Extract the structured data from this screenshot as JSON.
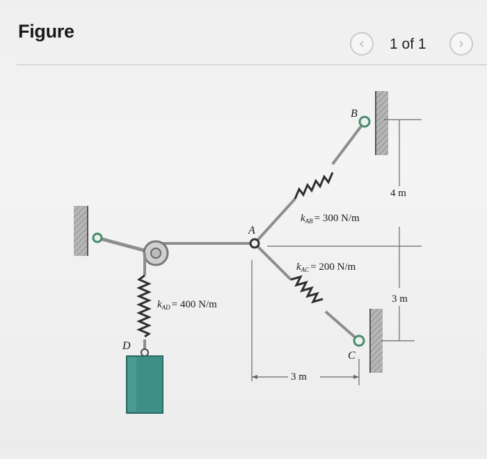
{
  "header": {
    "title": "Figure",
    "pager": "1 of 1",
    "prev_icon": "chevron-left-icon",
    "next_icon": "chevron-right-icon"
  },
  "figure": {
    "labels": {
      "point_a": "A",
      "point_b": "B",
      "point_c": "C",
      "point_d": "D",
      "k_ab": "= 300 N/m",
      "k_ac": "= 200 N/m",
      "k_ad": "= 400 N/m",
      "k_sym": "k",
      "sub_ab": "AB",
      "sub_ac": "AC",
      "sub_ad": "AD",
      "dim_4m": "4 m",
      "dim_3m_vertical": "3 m",
      "dim_3m_horizontal": "3 m"
    },
    "colors": {
      "weight": "#3e8f86",
      "wall": "#a8a8a8",
      "line": "#7a7a7a"
    }
  }
}
